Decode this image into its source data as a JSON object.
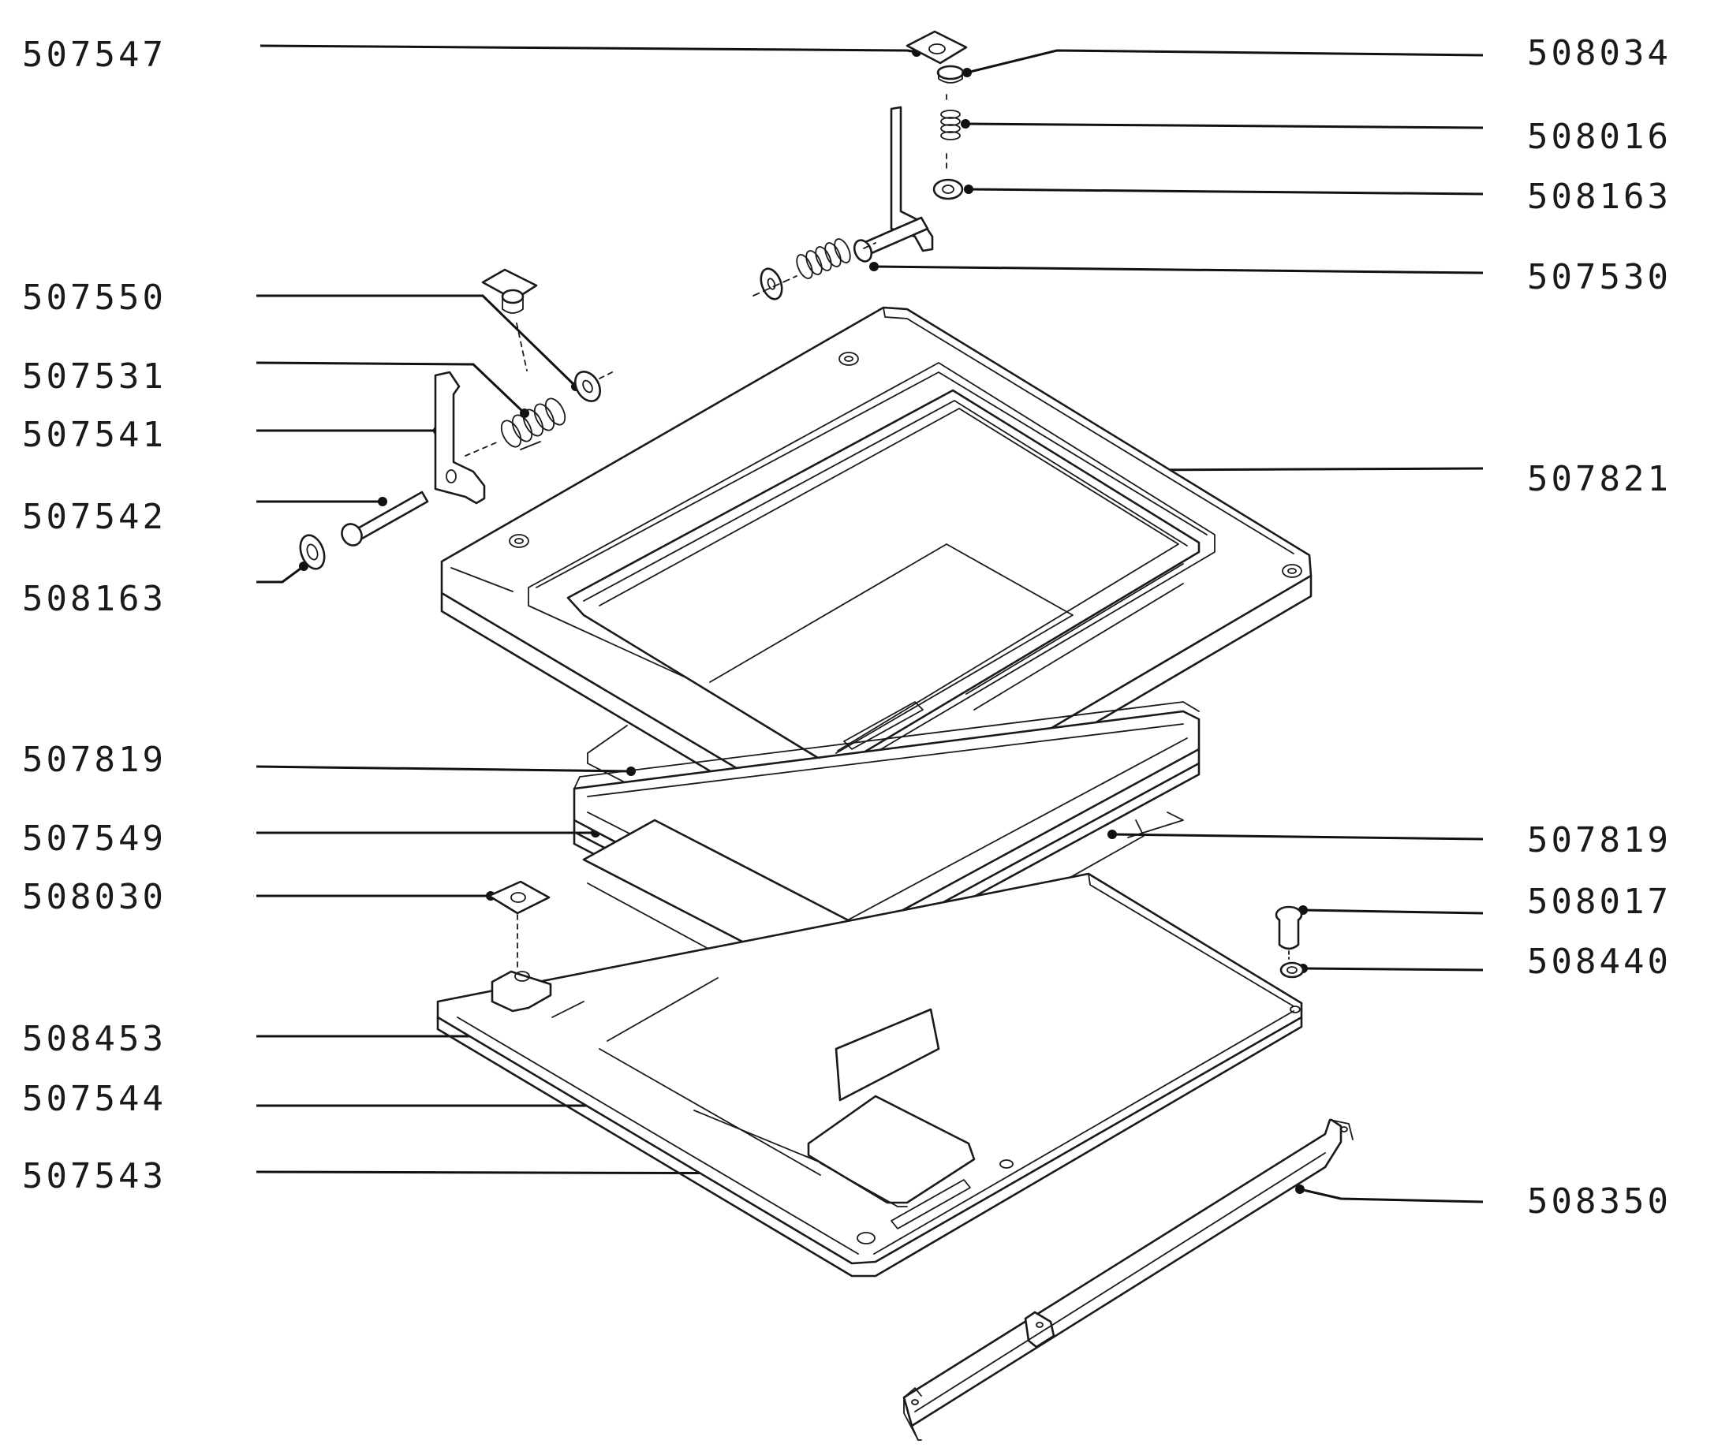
{
  "diagram": {
    "left_labels": [
      {
        "id": "l1",
        "text": "507547"
      },
      {
        "id": "l2",
        "text": "507550"
      },
      {
        "id": "l3",
        "text": "507531"
      },
      {
        "id": "l4",
        "text": "507541"
      },
      {
        "id": "l5",
        "text": "507542"
      },
      {
        "id": "l6",
        "text": "508163"
      },
      {
        "id": "l7",
        "text": "507819"
      },
      {
        "id": "l8",
        "text": "507549"
      },
      {
        "id": "l9",
        "text": "508030"
      },
      {
        "id": "l10",
        "text": "508453"
      },
      {
        "id": "l11",
        "text": "507544"
      },
      {
        "id": "l12",
        "text": "507543"
      }
    ],
    "right_labels": [
      {
        "id": "r1",
        "text": "508034"
      },
      {
        "id": "r2",
        "text": "508016"
      },
      {
        "id": "r3",
        "text": "508163"
      },
      {
        "id": "r4",
        "text": "507530"
      },
      {
        "id": "r5",
        "text": "507821"
      },
      {
        "id": "r6",
        "text": "507819"
      },
      {
        "id": "r7",
        "text": "508017"
      },
      {
        "id": "r8",
        "text": "508440"
      },
      {
        "id": "r9",
        "text": "508350"
      }
    ]
  }
}
